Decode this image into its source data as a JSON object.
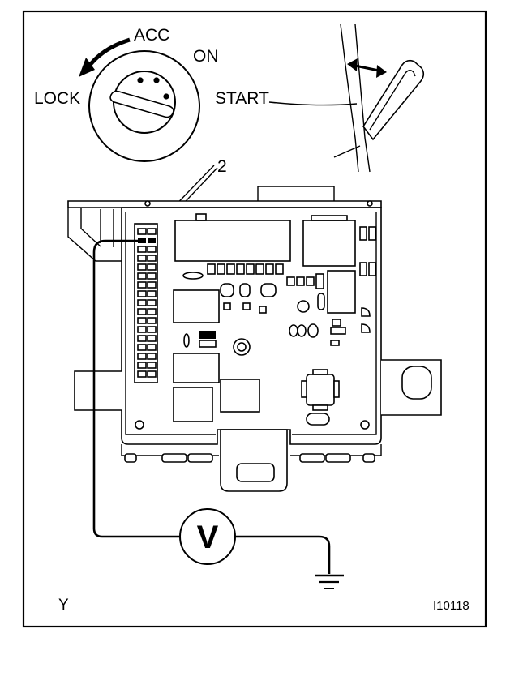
{
  "ignition": {
    "acc": "ACC",
    "on": "ON",
    "lock": "LOCK",
    "start": "START"
  },
  "callout": "2",
  "meter": "V",
  "corner_code": "Y",
  "figure_id": "I10118"
}
